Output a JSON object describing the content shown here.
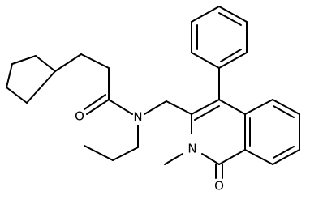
{
  "molecule": {
    "atom_labels": {
      "amide_oxygen": "O",
      "amide_nitrogen": "N",
      "ring_nitrogen": "N",
      "lactam_oxygen": "O"
    },
    "bond_color": "#000000",
    "background": "#ffffff"
  }
}
